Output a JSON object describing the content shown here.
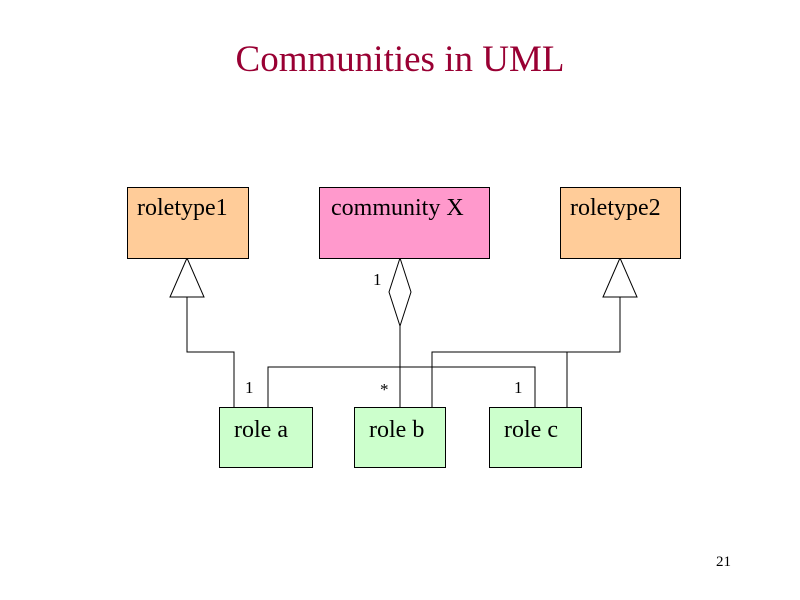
{
  "slide": {
    "title": "Communities in UML",
    "page_number": "21"
  },
  "diagram": {
    "roletype1": "roletype1",
    "community": "community X",
    "roletype2": "roletype2",
    "role_a": "role a",
    "role_b": "role b",
    "role_c": "role c",
    "mult_community": "1",
    "mult_role_a": "1",
    "mult_role_b": "*",
    "mult_role_c": "1"
  },
  "colors": {
    "title": "#990033",
    "roletype": "#ffcc99",
    "community": "#ff99cc",
    "role": "#ccffcc"
  }
}
